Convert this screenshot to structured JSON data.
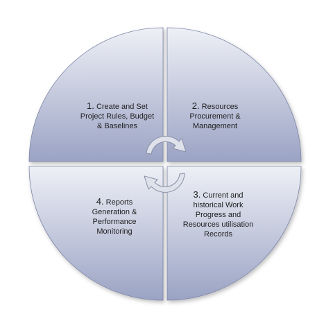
{
  "diagram": {
    "quadrants": [
      {
        "number": "1.",
        "lines": [
          "Create  and  Set",
          "Project Rules, Budget",
          "& Baselines"
        ]
      },
      {
        "number": "2.",
        "lines": [
          "Resources",
          "Procurement &",
          "Management"
        ]
      },
      {
        "number": "3.",
        "lines": [
          "Current and",
          "historical Work",
          "Progress and",
          "Resources utilisation",
          "Records"
        ]
      },
      {
        "number": "4.",
        "lines": [
          "Reports",
          "Generation  &",
          "Performance",
          "Monitoring"
        ]
      }
    ]
  },
  "colors": {
    "quadrant_top": "#eef0f6",
    "quadrant_bottom": "#9ba3c4",
    "quadrant_edge": "#7d86a8",
    "arrow_fill": "#dfe2ea",
    "arrow_edge": "#8a90a8"
  },
  "icons": {
    "cycle": "circular-arrows-icon"
  }
}
